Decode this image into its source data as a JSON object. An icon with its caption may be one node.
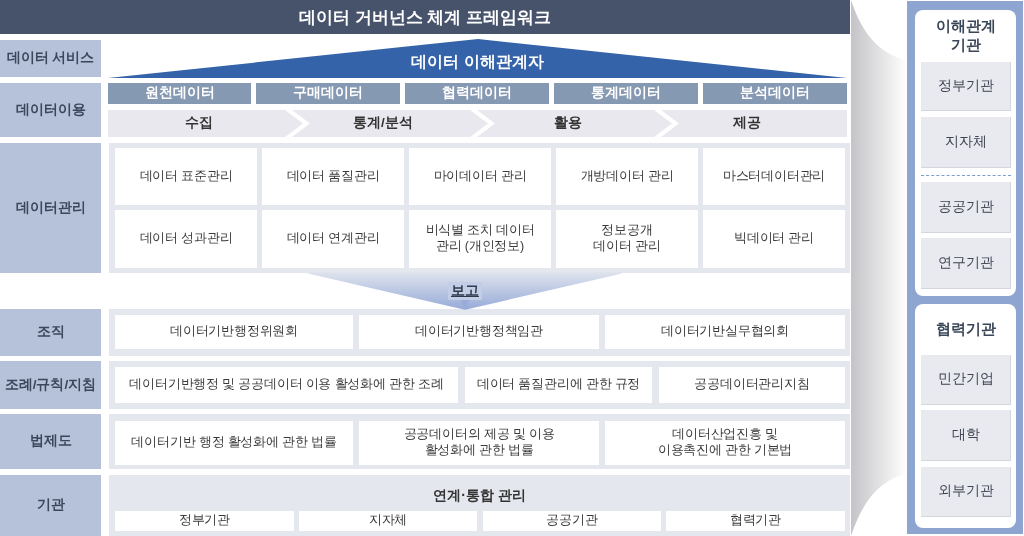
{
  "diagram": {
    "title": "데이터 거버넌스 체계 프레임워크",
    "nodes": [
      {
        "text": [
          "데이터 서비스"
        ]
      },
      {
        "text": [
          "데이터 이해관계자"
        ]
      },
      {
        "text": [
          "데이터이용"
        ]
      },
      {
        "text": [
          "원천데이터"
        ]
      },
      {
        "text": [
          "구매데이터"
        ]
      },
      {
        "text": [
          "협력데이터"
        ]
      },
      {
        "text": [
          "통계데이터"
        ]
      },
      {
        "text": [
          "분석데이터"
        ]
      },
      {
        "text": [
          "수집"
        ]
      },
      {
        "text": [
          "통계/분석"
        ]
      },
      {
        "text": [
          "활용"
        ]
      },
      {
        "text": [
          "제공"
        ]
      },
      {
        "text": [
          "데이터관리"
        ]
      },
      {
        "text": [],
        "shape": "box"
      },
      {
        "text": [
          "데이터 표준관리"
        ],
        "in": 13
      },
      {
        "text": [
          "데이터 품질관리"
        ],
        "in": 13
      },
      {
        "text": [
          "마이데이터 관리"
        ],
        "in": 13
      },
      {
        "text": [
          "개방데이터 관리"
        ],
        "in": 13
      },
      {
        "text": [
          "마스터데이터관리"
        ],
        "in": 13
      },
      {
        "text": [
          "데이터 성과관리"
        ],
        "in": 13
      },
      {
        "text": [
          "데이터 연계관리"
        ],
        "in": 13
      },
      {
        "text": [
          "비식별 조치 데이터 관리 (개인정보)"
        ],
        "in": 13
      },
      {
        "text": [
          "정보공개 데이터 관리"
        ],
        "in": 13
      },
      {
        "text": [
          "빅데이터 관리"
        ],
        "in": 13
      },
      {
        "text": [
          "조직"
        ]
      },
      {
        "text": [],
        "shape": "box"
      },
      {
        "text": [
          "데이터기반행정위원회"
        ],
        "in": 25
      },
      {
        "text": [
          "데이터기반행정책임관"
        ],
        "in": 25
      },
      {
        "text": [
          "데이터기반실무협의회"
        ],
        "in": 25
      },
      {
        "text": [
          "조례/규칙/지침"
        ]
      },
      {
        "text": [],
        "shape": "box"
      },
      {
        "text": [
          "데이터기반행정 및 공공데이터 이용 활성화에 관한 조례"
        ],
        "in": 30
      },
      {
        "text": [
          "데이터 품질관리에 관한 규정"
        ],
        "in": 30
      },
      {
        "text": [
          "공공데이터관리지침"
        ],
        "in": 30
      },
      {
        "text": [
          "법제도"
        ]
      },
      {
        "text": [],
        "shape": "box"
      },
      {
        "text": [
          "데이터기반 행정 활성화에 관한 법률"
        ],
        "in": 35
      },
      {
        "text": [
          "공공데이터의 제공 및 이용 활성화에 관한 법률"
        ],
        "in": 35
      },
      {
        "text": [
          "데이터산업진흥 및 이용촉진에 관한 기본법"
        ],
        "in": 35
      },
      {
        "text": [
          "기관"
        ]
      },
      {
        "text": [
          "연계·통합 관리"
        ]
      },
      {
        "text": [
          "정부기관"
        ],
        "in": 40
      },
      {
        "text": [
          "지자체"
        ],
        "in": 40
      },
      {
        "text": [
          "공공기관"
        ],
        "in": 40
      },
      {
        "text": [
          "협력기관"
        ],
        "in": 40
      },
      {
        "text": [],
        "shape": "box"
      },
      {
        "text": [
          "이해관계 기관"
        ],
        "in": 45
      },
      {
        "text": [
          "정부기관"
        ],
        "in": 46
      },
      {
        "text": [
          "지자체"
        ],
        "in": 46
      },
      {
        "text": [
          "공공기관"
        ],
        "in": 46
      },
      {
        "text": [
          "연구기관"
        ],
        "in": 46
      },
      {
        "text": [
          "협력기관"
        ],
        "in": 45
      },
      {
        "text": [
          "민간기업"
        ],
        "in": 51
      },
      {
        "text": [
          "대학"
        ],
        "in": 51
      },
      {
        "text": [
          "외부기관"
        ],
        "in": 51
      }
    ],
    "edges": [
      {
        "from": 13,
        "to": 25,
        "arrow": "to",
        "label": "보고"
      }
    ]
  }
}
